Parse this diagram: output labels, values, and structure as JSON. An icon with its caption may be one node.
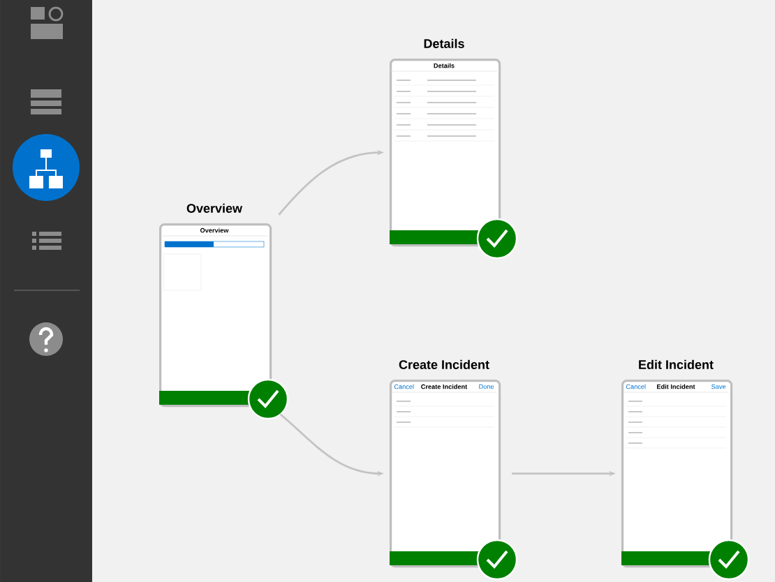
{
  "diagram": {
    "nodes": [
      {
        "text": [
          "Overview",
          "Overview"
        ]
      },
      {
        "text": [
          "Details",
          "Details"
        ]
      },
      {
        "text": [
          "Create Incident",
          "Cancel",
          "Create Incident",
          "Done"
        ]
      },
      {
        "text": [
          "Edit Incident",
          "Cancel",
          "Edit Incident",
          "Save"
        ]
      }
    ],
    "edges": [
      {
        "from": 0,
        "to": 1,
        "arrow": "to"
      },
      {
        "from": 0,
        "to": 2,
        "arrow": "to"
      },
      {
        "from": 2,
        "to": 3,
        "arrow": "to"
      }
    ]
  }
}
